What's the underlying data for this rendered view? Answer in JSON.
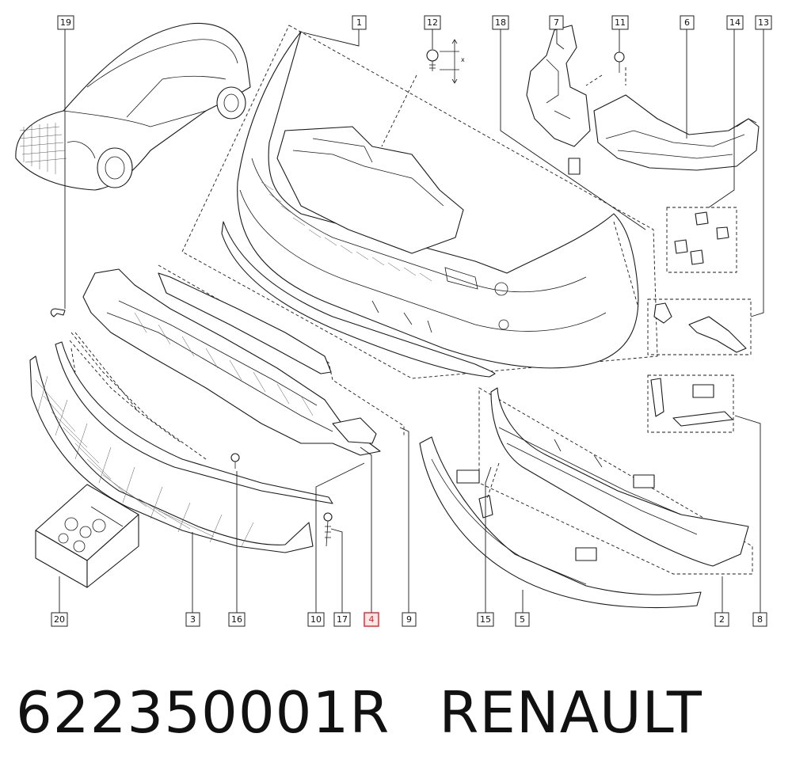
{
  "caption": {
    "part_number": "622350001R",
    "brand": "RENAULT"
  },
  "callouts": {
    "c1": "1",
    "c2": "2",
    "c3": "3",
    "c4": "4",
    "c5": "5",
    "c6": "6",
    "c7": "7",
    "c8": "8",
    "c9": "9",
    "c10": "10",
    "c11": "11",
    "c12": "12",
    "c13": "13",
    "c14": "14",
    "c15": "15",
    "c16": "16",
    "c17": "17",
    "c18": "18",
    "c19": "19",
    "c20": "20"
  },
  "screw_dimension_label": "x",
  "highlighted_callout": "4",
  "colors": {
    "line": "#1a1a1a",
    "highlight": "#e0222a",
    "background": "#ffffff"
  }
}
